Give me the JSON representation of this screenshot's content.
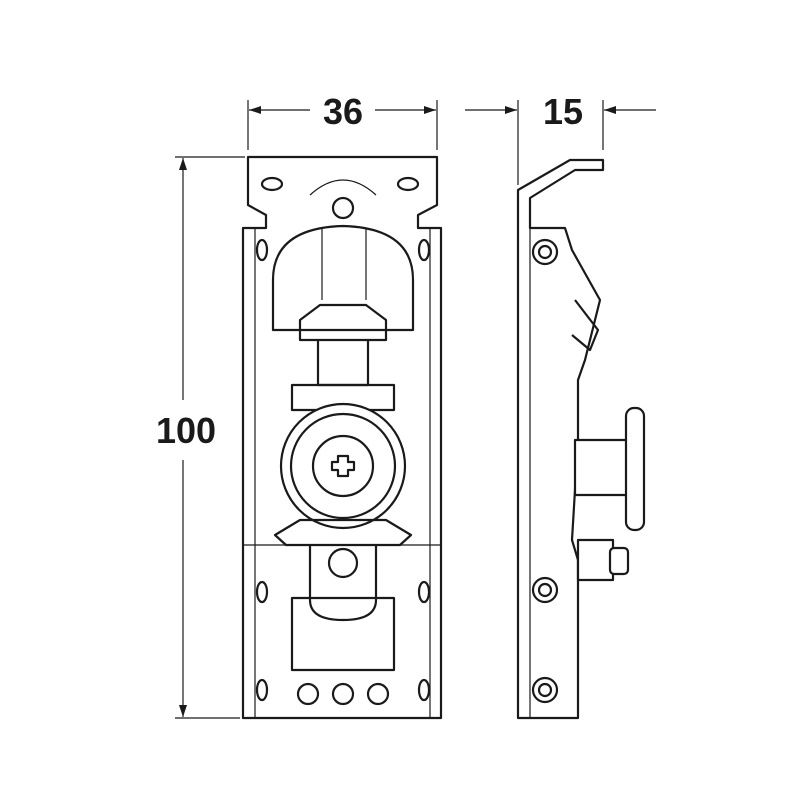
{
  "dimensions": {
    "width_label": "36",
    "depth_label": "15",
    "height_label": "100"
  },
  "colors": {
    "line": "#1a1a1a",
    "background": "#ffffff"
  }
}
